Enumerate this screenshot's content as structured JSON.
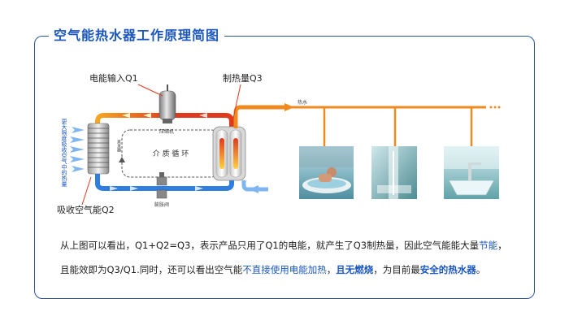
{
  "title": "空气能热水器工作原理简图",
  "labels": {
    "input_q1": "电能输入Q1",
    "output_q3": "制热量Q3",
    "absorb_q2": "吸收空气能Q2",
    "left_vertical": "更大限度吸收空气中的热量",
    "compressor": "压缩机",
    "evaporator": "蒸发器",
    "medium_cycle": "介 质 循 环",
    "expansion_valve": "膨胀阀",
    "hot_water": "热水"
  },
  "colors": {
    "hot": "#e03a1e",
    "hot_water": "#f08a1e",
    "cold": "#2f7fe0",
    "cold_light": "#7fb6f2",
    "frame": "#2f5597",
    "highlight": "#1a56c0"
  },
  "description": {
    "line1_part1": "从上图可以看出，Q1+Q2=Q3，表示产品只用了Q1的电能，就产生了Q3制热量，因此空气能能大量",
    "line1_highlight": "节能",
    "line1_part2": "，",
    "line2_part1": "且能效即为Q3/Q1.同时，还可以看出空气能",
    "line2_highlight1": "不直接使用电能加热",
    "line2_part2": "，",
    "line2_highlight2": "且无燃烧",
    "line2_part3": "，为目前最",
    "line2_highlight3": "安全的热水器",
    "line2_part4": "。"
  }
}
